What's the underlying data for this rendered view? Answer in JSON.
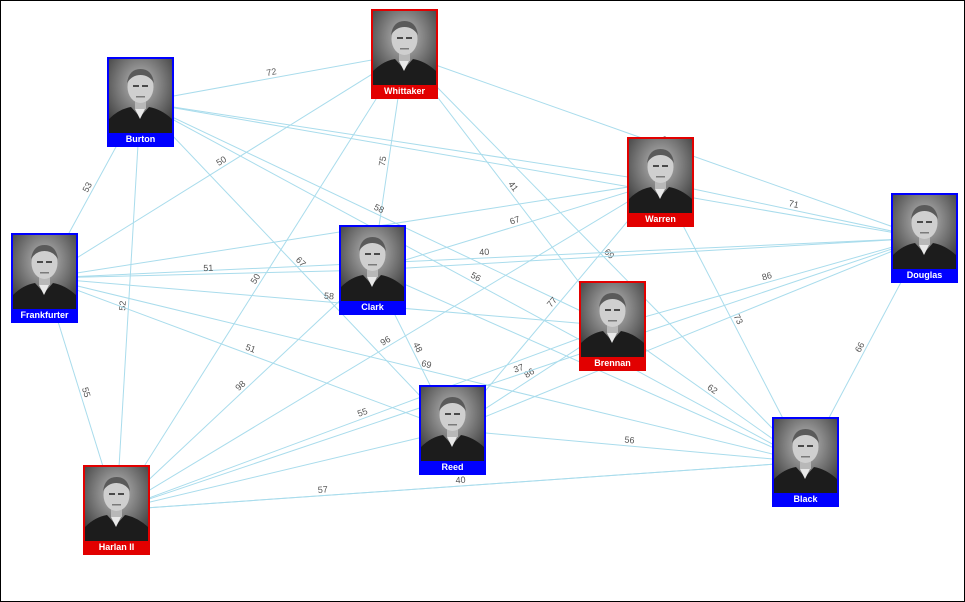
{
  "colors": {
    "blue": "#0000ff",
    "red": "#e20000",
    "edge": "#a9dcec"
  },
  "nodes": {
    "whittaker": {
      "name": "Whittaker",
      "color": "red"
    },
    "burton": {
      "name": "Burton",
      "color": "blue"
    },
    "warren": {
      "name": "Warren",
      "color": "red"
    },
    "douglas": {
      "name": "Douglas",
      "color": "blue"
    },
    "frankfurter": {
      "name": "Frankfurter",
      "color": "blue"
    },
    "clark": {
      "name": "Clark",
      "color": "blue"
    },
    "brennan": {
      "name": "Brennan",
      "color": "red"
    },
    "reed": {
      "name": "Reed",
      "color": "blue"
    },
    "black": {
      "name": "Black",
      "color": "blue"
    },
    "harlan": {
      "name": "Harlan II",
      "color": "red"
    }
  },
  "edges": [
    {
      "from": "burton",
      "to": "whittaker",
      "label": "72"
    },
    {
      "from": "whittaker",
      "to": "douglas",
      "label": "63"
    },
    {
      "from": "whittaker",
      "to": "clark",
      "label": "75"
    },
    {
      "from": "whittaker",
      "to": "black",
      "label": "69"
    },
    {
      "from": "whittaker",
      "to": "harlan",
      "label": "50"
    },
    {
      "from": "whittaker",
      "to": "frankfurter",
      "label": "50"
    },
    {
      "from": "whittaker",
      "to": "brennan",
      "label": "41"
    },
    {
      "from": "burton",
      "to": "frankfurter",
      "label": "53"
    },
    {
      "from": "burton",
      "to": "harlan",
      "label": "52"
    },
    {
      "from": "burton",
      "to": "reed",
      "label": "67"
    },
    {
      "from": "burton",
      "to": "brennan",
      "label": "58"
    },
    {
      "from": "burton",
      "to": "black",
      "label": "56"
    },
    {
      "from": "burton",
      "to": "warren",
      "label": ""
    },
    {
      "from": "burton",
      "to": "douglas",
      "label": ""
    },
    {
      "from": "warren",
      "to": "douglas",
      "label": "71"
    },
    {
      "from": "warren",
      "to": "reed",
      "label": "77"
    },
    {
      "from": "warren",
      "to": "black",
      "label": "73"
    },
    {
      "from": "warren",
      "to": "clark",
      "label": "67"
    },
    {
      "from": "warren",
      "to": "harlan",
      "label": "96"
    },
    {
      "from": "warren",
      "to": "frankfurter",
      "label": ""
    },
    {
      "from": "frankfurter",
      "to": "douglas",
      "label": "40"
    },
    {
      "from": "frankfurter",
      "to": "clark",
      "label": "51"
    },
    {
      "from": "frankfurter",
      "to": "brennan",
      "label": "58"
    },
    {
      "from": "frankfurter",
      "to": "black",
      "label": "69"
    },
    {
      "from": "frankfurter",
      "to": "harlan",
      "label": "55"
    },
    {
      "from": "frankfurter",
      "to": "reed",
      "label": "51"
    },
    {
      "from": "clark",
      "to": "reed",
      "label": "48"
    },
    {
      "from": "clark",
      "to": "harlan",
      "label": "98"
    },
    {
      "from": "clark",
      "to": "black",
      "label": "69"
    },
    {
      "from": "clark",
      "to": "douglas",
      "label": ""
    },
    {
      "from": "brennan",
      "to": "harlan",
      "label": "55"
    },
    {
      "from": "brennan",
      "to": "black",
      "label": "62"
    },
    {
      "from": "brennan",
      "to": "douglas",
      "label": "86"
    },
    {
      "from": "brennan",
      "to": "reed",
      "label": "86"
    },
    {
      "from": "douglas",
      "to": "harlan",
      "label": "37"
    },
    {
      "from": "douglas",
      "to": "reed",
      "label": ""
    },
    {
      "from": "douglas",
      "to": "black",
      "label": "66"
    },
    {
      "from": "reed",
      "to": "harlan",
      "label": ""
    },
    {
      "from": "harlan",
      "to": "black",
      "label": "40"
    },
    {
      "from": "harlan",
      "to": "black",
      "label": "57"
    },
    {
      "from": "reed",
      "to": "black",
      "label": "56"
    }
  ]
}
